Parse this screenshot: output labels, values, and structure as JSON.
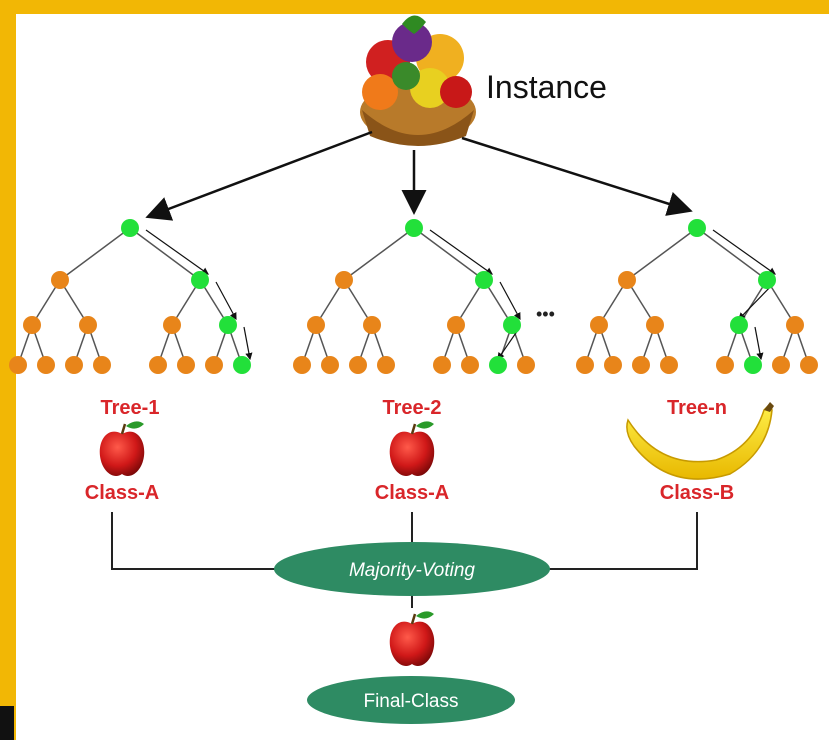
{
  "instance_label": "Instance",
  "trees": [
    {
      "label": "Tree-1",
      "class_label": "Class-A",
      "fruit": "apple-icon"
    },
    {
      "label": "Tree-2",
      "class_label": "Class-A",
      "fruit": "apple-icon"
    },
    {
      "label": "Tree-n",
      "class_label": "Class-B",
      "fruit": "banana-icon"
    }
  ],
  "ellipsis": "•••",
  "majority_voting_label": "Majority-Voting",
  "final_class_label": "Final-Class",
  "colors": {
    "frame": "#f2b705",
    "node_default": "#e8851a",
    "node_path": "#22e03a",
    "label_red": "#d9262a",
    "ellipse_fill": "#2e8b63",
    "edge": "#555555"
  }
}
